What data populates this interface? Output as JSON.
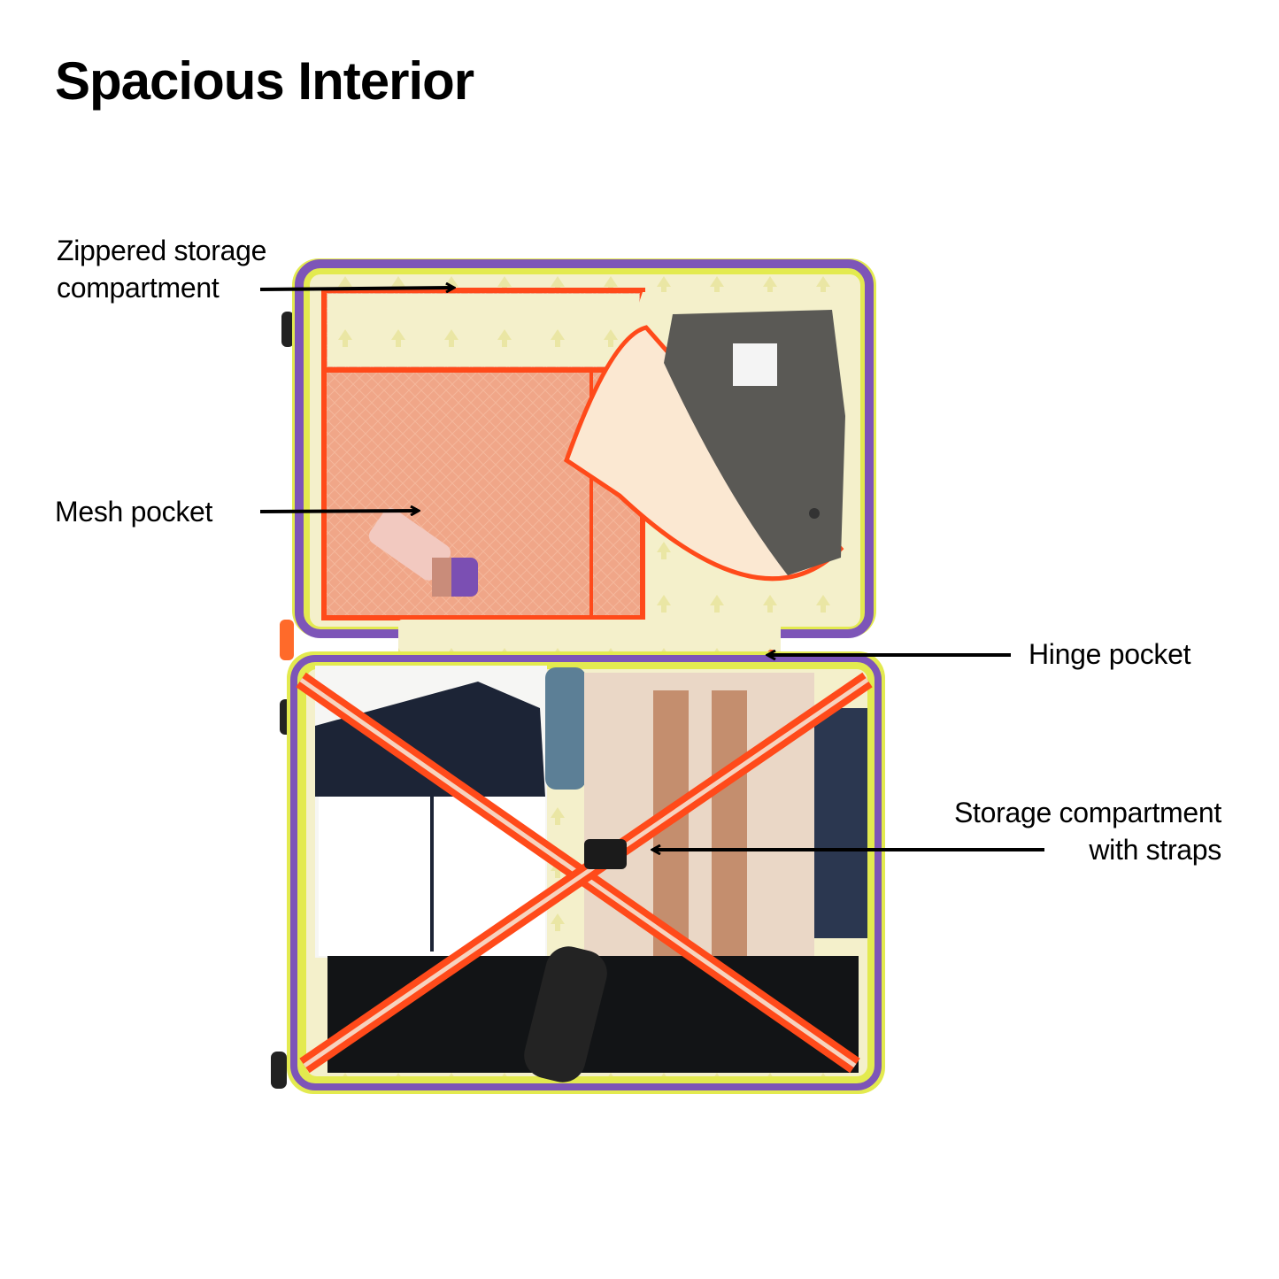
{
  "title": "Spacious Interior",
  "callouts": {
    "zippered": {
      "line1": "Zippered storage",
      "line2": "compartment"
    },
    "mesh": "Mesh pocket",
    "hinge": "Hinge pocket",
    "straps": {
      "line1": "Storage compartment",
      "line2": "with straps"
    }
  },
  "colors": {
    "shell": "#e3ea4f",
    "trim": "#7d55b8",
    "lining": "#f4f0cb",
    "mesh": "#f0a688",
    "zipper": "#ff4a1a",
    "strap": "#ff4a1a",
    "strap_stripe": "#f6d3bf"
  },
  "icons": [
    "suitcase-illustration",
    "arrow-icon"
  ]
}
